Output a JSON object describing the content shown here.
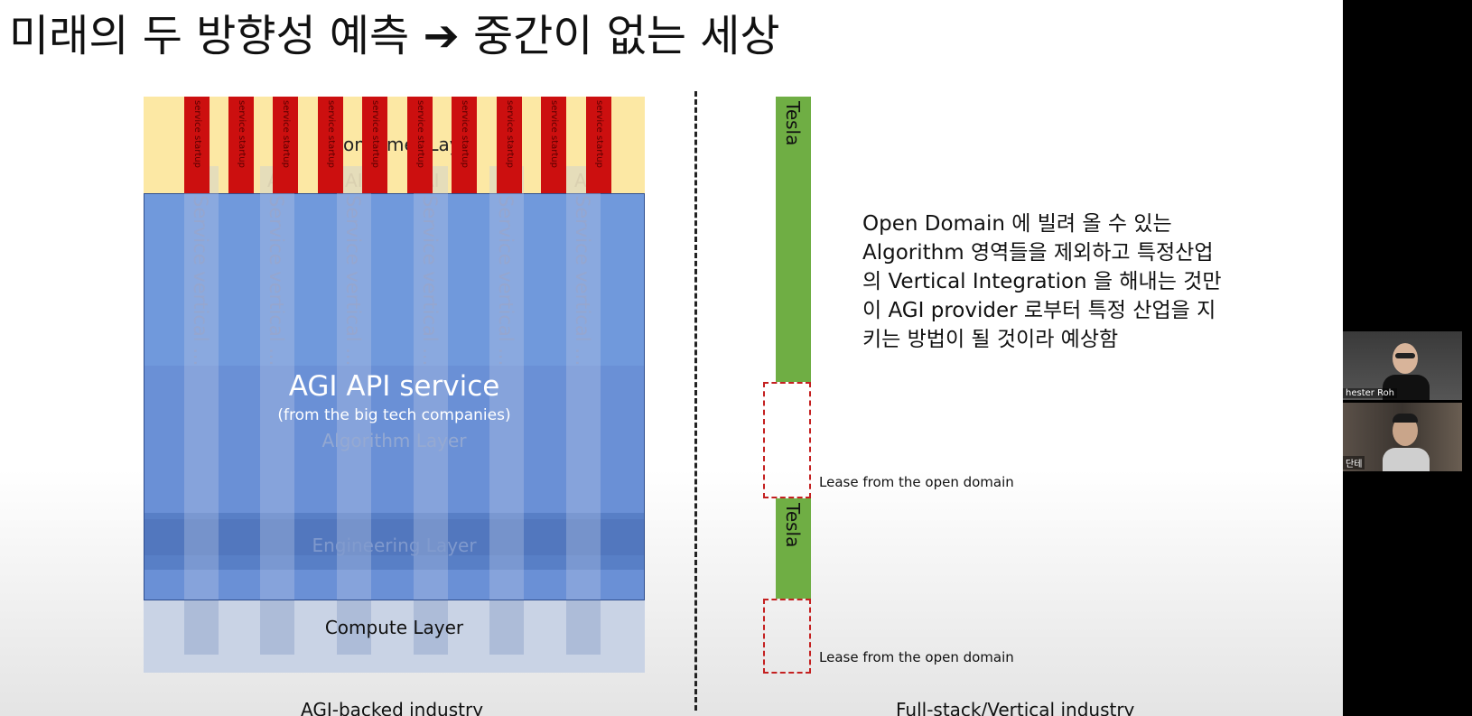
{
  "slide": {
    "title": "미래의 두 방향성 예측 ➔    중간이 없는 세상",
    "left_diagram": {
      "consumer_layer_label": "onsumer Lay",
      "service_startup_label": "service startup",
      "service_vertical_label": "Service vertical ...",
      "ai_ghost_label": "AI",
      "agi_title": "AGI API service",
      "agi_subtitle": "(from the big tech companies)",
      "algorithm_layer": "Algorithm Layer",
      "engineering_layer": "Engineering Layer",
      "compute_layer": "Compute Layer",
      "caption": "AGI-backed industry"
    },
    "right_diagram": {
      "tesla_label": "Tesla",
      "lease_label_1": "Lease from the open domain",
      "lease_label_2": "Lease from the open domain",
      "description": "Open Domain 에 빌려 올 수 있는\nAlgorithm 영역들을 제외하고 특정산업\n의  Vertical Integration 을 해내는 것만\n이 AGI provider 로부터 특정 산업을 지\n키는 방법이 될 것이라 예상함",
      "caption": "Full-stack/Vertical industry"
    },
    "colors": {
      "consumer": "#fce8a4",
      "startup": "#cc0f0f",
      "agi_blue": "#6a90d6",
      "green": "#6fae44",
      "lease_border": "#c42020"
    }
  },
  "participants": [
    {
      "name": "hester Roh",
      "icon": "video-tile"
    },
    {
      "name": "단테",
      "icon": "video-tile"
    }
  ]
}
